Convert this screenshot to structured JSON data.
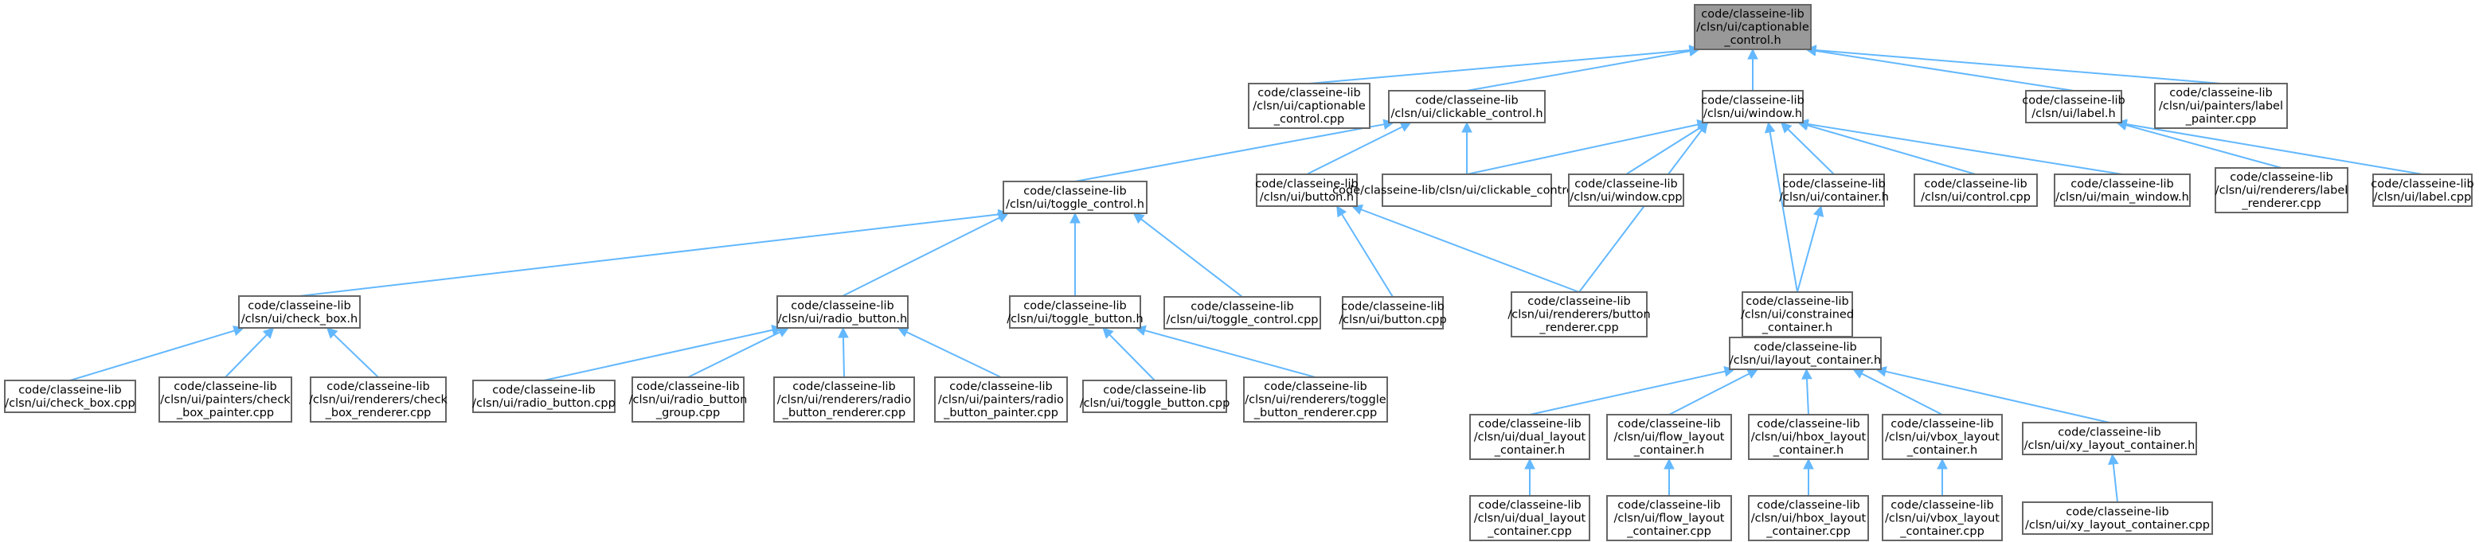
{
  "diagram": {
    "type": "include-dependency-graph",
    "colors": {
      "node_fill": "#ffffff",
      "root_fill": "#999999",
      "node_border": "#666666",
      "edge": "#63b8ff",
      "text": "#000000"
    },
    "nodes": [
      {
        "id": "root",
        "lines": [
          "code/classeine-lib",
          "/clsn/ui/captionable",
          "_control.h"
        ],
        "root": true
      },
      {
        "id": "captionable_cpp",
        "lines": [
          "code/classeine-lib",
          "/clsn/ui/captionable",
          "_control.cpp"
        ]
      },
      {
        "id": "clickable_h",
        "lines": [
          "code/classeine-lib",
          "/clsn/ui/clickable_control.h"
        ]
      },
      {
        "id": "window_h",
        "lines": [
          "code/classeine-lib",
          "/clsn/ui/window.h"
        ]
      },
      {
        "id": "label_h",
        "lines": [
          "code/classeine-lib",
          "/clsn/ui/label.h"
        ]
      },
      {
        "id": "label_painter_cpp",
        "lines": [
          "code/classeine-lib",
          "/clsn/ui/painters/label",
          "_painter.cpp"
        ]
      },
      {
        "id": "toggle_control_h",
        "lines": [
          "code/classeine-lib",
          "/clsn/ui/toggle_control.h"
        ]
      },
      {
        "id": "button_h",
        "lines": [
          "code/classeine-lib",
          "/clsn/ui/button.h"
        ]
      },
      {
        "id": "clickable_cpp",
        "lines": [
          "code/classeine-lib/clsn/ui/clickable_control.cpp"
        ]
      },
      {
        "id": "window_cpp",
        "lines": [
          "code/classeine-lib",
          "/clsn/ui/window.cpp"
        ]
      },
      {
        "id": "container_h",
        "lines": [
          "code/classeine-lib",
          "/clsn/ui/container.h"
        ]
      },
      {
        "id": "control_cpp",
        "lines": [
          "code/classeine-lib",
          "/clsn/ui/control.cpp"
        ]
      },
      {
        "id": "main_window_h",
        "lines": [
          "code/classeine-lib",
          "/clsn/ui/main_window.h"
        ]
      },
      {
        "id": "label_renderer_cpp",
        "lines": [
          "code/classeine-lib",
          "/clsn/ui/renderers/label",
          "_renderer.cpp"
        ]
      },
      {
        "id": "label_cpp",
        "lines": [
          "code/classeine-lib",
          "/clsn/ui/label.cpp"
        ]
      },
      {
        "id": "check_box_h",
        "lines": [
          "code/classeine-lib",
          "/clsn/ui/check_box.h"
        ]
      },
      {
        "id": "radio_button_h",
        "lines": [
          "code/classeine-lib",
          "/clsn/ui/radio_button.h"
        ]
      },
      {
        "id": "toggle_button_h",
        "lines": [
          "code/classeine-lib",
          "/clsn/ui/toggle_button.h"
        ]
      },
      {
        "id": "toggle_control_cpp",
        "lines": [
          "code/classeine-lib",
          "/clsn/ui/toggle_control.cpp"
        ]
      },
      {
        "id": "button_cpp",
        "lines": [
          "code/classeine-lib",
          "/clsn/ui/button.cpp"
        ]
      },
      {
        "id": "button_renderer_cpp",
        "lines": [
          "code/classeine-lib",
          "/clsn/ui/renderers/button",
          "_renderer.cpp"
        ]
      },
      {
        "id": "constrained_container_h",
        "lines": [
          "code/classeine-lib",
          "/clsn/ui/constrained",
          "_container.h"
        ]
      },
      {
        "id": "check_box_cpp",
        "lines": [
          "code/classeine-lib",
          "/clsn/ui/check_box.cpp"
        ]
      },
      {
        "id": "check_box_painter_cpp",
        "lines": [
          "code/classeine-lib",
          "/clsn/ui/painters/check",
          "_box_painter.cpp"
        ]
      },
      {
        "id": "check_box_renderer_cpp",
        "lines": [
          "code/classeine-lib",
          "/clsn/ui/renderers/check",
          "_box_renderer.cpp"
        ]
      },
      {
        "id": "radio_button_cpp",
        "lines": [
          "code/classeine-lib",
          "/clsn/ui/radio_button.cpp"
        ]
      },
      {
        "id": "radio_button_group_cpp",
        "lines": [
          "code/classeine-lib",
          "/clsn/ui/radio_button",
          "_group.cpp"
        ]
      },
      {
        "id": "radio_button_renderer_cpp",
        "lines": [
          "code/classeine-lib",
          "/clsn/ui/renderers/radio",
          "_button_renderer.cpp"
        ]
      },
      {
        "id": "radio_button_painter_cpp",
        "lines": [
          "code/classeine-lib",
          "/clsn/ui/painters/radio",
          "_button_painter.cpp"
        ]
      },
      {
        "id": "toggle_button_cpp",
        "lines": [
          "code/classeine-lib",
          "/clsn/ui/toggle_button.cpp"
        ]
      },
      {
        "id": "toggle_button_renderer_cpp",
        "lines": [
          "code/classeine-lib",
          "/clsn/ui/renderers/toggle",
          "_button_renderer.cpp"
        ]
      },
      {
        "id": "layout_container_h",
        "lines": [
          "code/classeine-lib",
          "/clsn/ui/layout_container.h"
        ]
      },
      {
        "id": "dual_layout_container_h",
        "lines": [
          "code/classeine-lib",
          "/clsn/ui/dual_layout",
          "_container.h"
        ]
      },
      {
        "id": "flow_layout_container_h",
        "lines": [
          "code/classeine-lib",
          "/clsn/ui/flow_layout",
          "_container.h"
        ]
      },
      {
        "id": "hbox_layout_container_h",
        "lines": [
          "code/classeine-lib",
          "/clsn/ui/hbox_layout",
          "_container.h"
        ]
      },
      {
        "id": "vbox_layout_container_h",
        "lines": [
          "code/classeine-lib",
          "/clsn/ui/vbox_layout",
          "_container.h"
        ]
      },
      {
        "id": "xy_layout_container_h",
        "lines": [
          "code/classeine-lib",
          "/clsn/ui/xy_layout_container.h"
        ]
      },
      {
        "id": "dual_layout_container_cpp",
        "lines": [
          "code/classeine-lib",
          "/clsn/ui/dual_layout",
          "_container.cpp"
        ]
      },
      {
        "id": "flow_layout_container_cpp",
        "lines": [
          "code/classeine-lib",
          "/clsn/ui/flow_layout",
          "_container.cpp"
        ]
      },
      {
        "id": "hbox_layout_container_cpp",
        "lines": [
          "code/classeine-lib",
          "/clsn/ui/hbox_layout",
          "_container.cpp"
        ]
      },
      {
        "id": "vbox_layout_container_cpp",
        "lines": [
          "code/classeine-lib",
          "/clsn/ui/vbox_layout",
          "_container.cpp"
        ]
      },
      {
        "id": "xy_layout_container_cpp",
        "lines": [
          "code/classeine-lib",
          "/clsn/ui/xy_layout_container.cpp"
        ]
      }
    ],
    "edges": [
      {
        "from": "captionable_cpp",
        "to": "root"
      },
      {
        "from": "clickable_h",
        "to": "root"
      },
      {
        "from": "window_h",
        "to": "root"
      },
      {
        "from": "label_h",
        "to": "root"
      },
      {
        "from": "label_painter_cpp",
        "to": "root"
      },
      {
        "from": "toggle_control_h",
        "to": "clickable_h"
      },
      {
        "from": "button_h",
        "to": "clickable_h"
      },
      {
        "from": "clickable_cpp",
        "to": "clickable_h"
      },
      {
        "from": "clickable_cpp",
        "to": "window_h"
      },
      {
        "from": "window_cpp",
        "to": "window_h"
      },
      {
        "from": "container_h",
        "to": "window_h"
      },
      {
        "from": "control_cpp",
        "to": "window_h"
      },
      {
        "from": "main_window_h",
        "to": "window_h"
      },
      {
        "from": "button_renderer_cpp",
        "to": "window_h"
      },
      {
        "from": "constrained_container_h",
        "to": "window_h"
      },
      {
        "from": "label_renderer_cpp",
        "to": "label_h"
      },
      {
        "from": "label_cpp",
        "to": "label_h"
      },
      {
        "from": "check_box_h",
        "to": "toggle_control_h"
      },
      {
        "from": "radio_button_h",
        "to": "toggle_control_h"
      },
      {
        "from": "toggle_button_h",
        "to": "toggle_control_h"
      },
      {
        "from": "toggle_control_cpp",
        "to": "toggle_control_h"
      },
      {
        "from": "button_cpp",
        "to": "button_h"
      },
      {
        "from": "button_renderer_cpp",
        "to": "button_h"
      },
      {
        "from": "constrained_container_h",
        "to": "container_h"
      },
      {
        "from": "check_box_cpp",
        "to": "check_box_h"
      },
      {
        "from": "check_box_painter_cpp",
        "to": "check_box_h"
      },
      {
        "from": "check_box_renderer_cpp",
        "to": "check_box_h"
      },
      {
        "from": "radio_button_cpp",
        "to": "radio_button_h"
      },
      {
        "from": "radio_button_group_cpp",
        "to": "radio_button_h"
      },
      {
        "from": "radio_button_renderer_cpp",
        "to": "radio_button_h"
      },
      {
        "from": "radio_button_painter_cpp",
        "to": "radio_button_h"
      },
      {
        "from": "toggle_button_cpp",
        "to": "toggle_button_h"
      },
      {
        "from": "toggle_button_renderer_cpp",
        "to": "toggle_button_h"
      },
      {
        "from": "layout_container_h",
        "to": "constrained_container_h"
      },
      {
        "from": "dual_layout_container_h",
        "to": "layout_container_h"
      },
      {
        "from": "flow_layout_container_h",
        "to": "layout_container_h"
      },
      {
        "from": "hbox_layout_container_h",
        "to": "layout_container_h"
      },
      {
        "from": "vbox_layout_container_h",
        "to": "layout_container_h"
      },
      {
        "from": "xy_layout_container_h",
        "to": "layout_container_h"
      },
      {
        "from": "dual_layout_container_cpp",
        "to": "dual_layout_container_h"
      },
      {
        "from": "flow_layout_container_cpp",
        "to": "flow_layout_container_h"
      },
      {
        "from": "hbox_layout_container_cpp",
        "to": "hbox_layout_container_h"
      },
      {
        "from": "vbox_layout_container_cpp",
        "to": "vbox_layout_container_h"
      },
      {
        "from": "xy_layout_container_cpp",
        "to": "xy_layout_container_h"
      }
    ]
  }
}
